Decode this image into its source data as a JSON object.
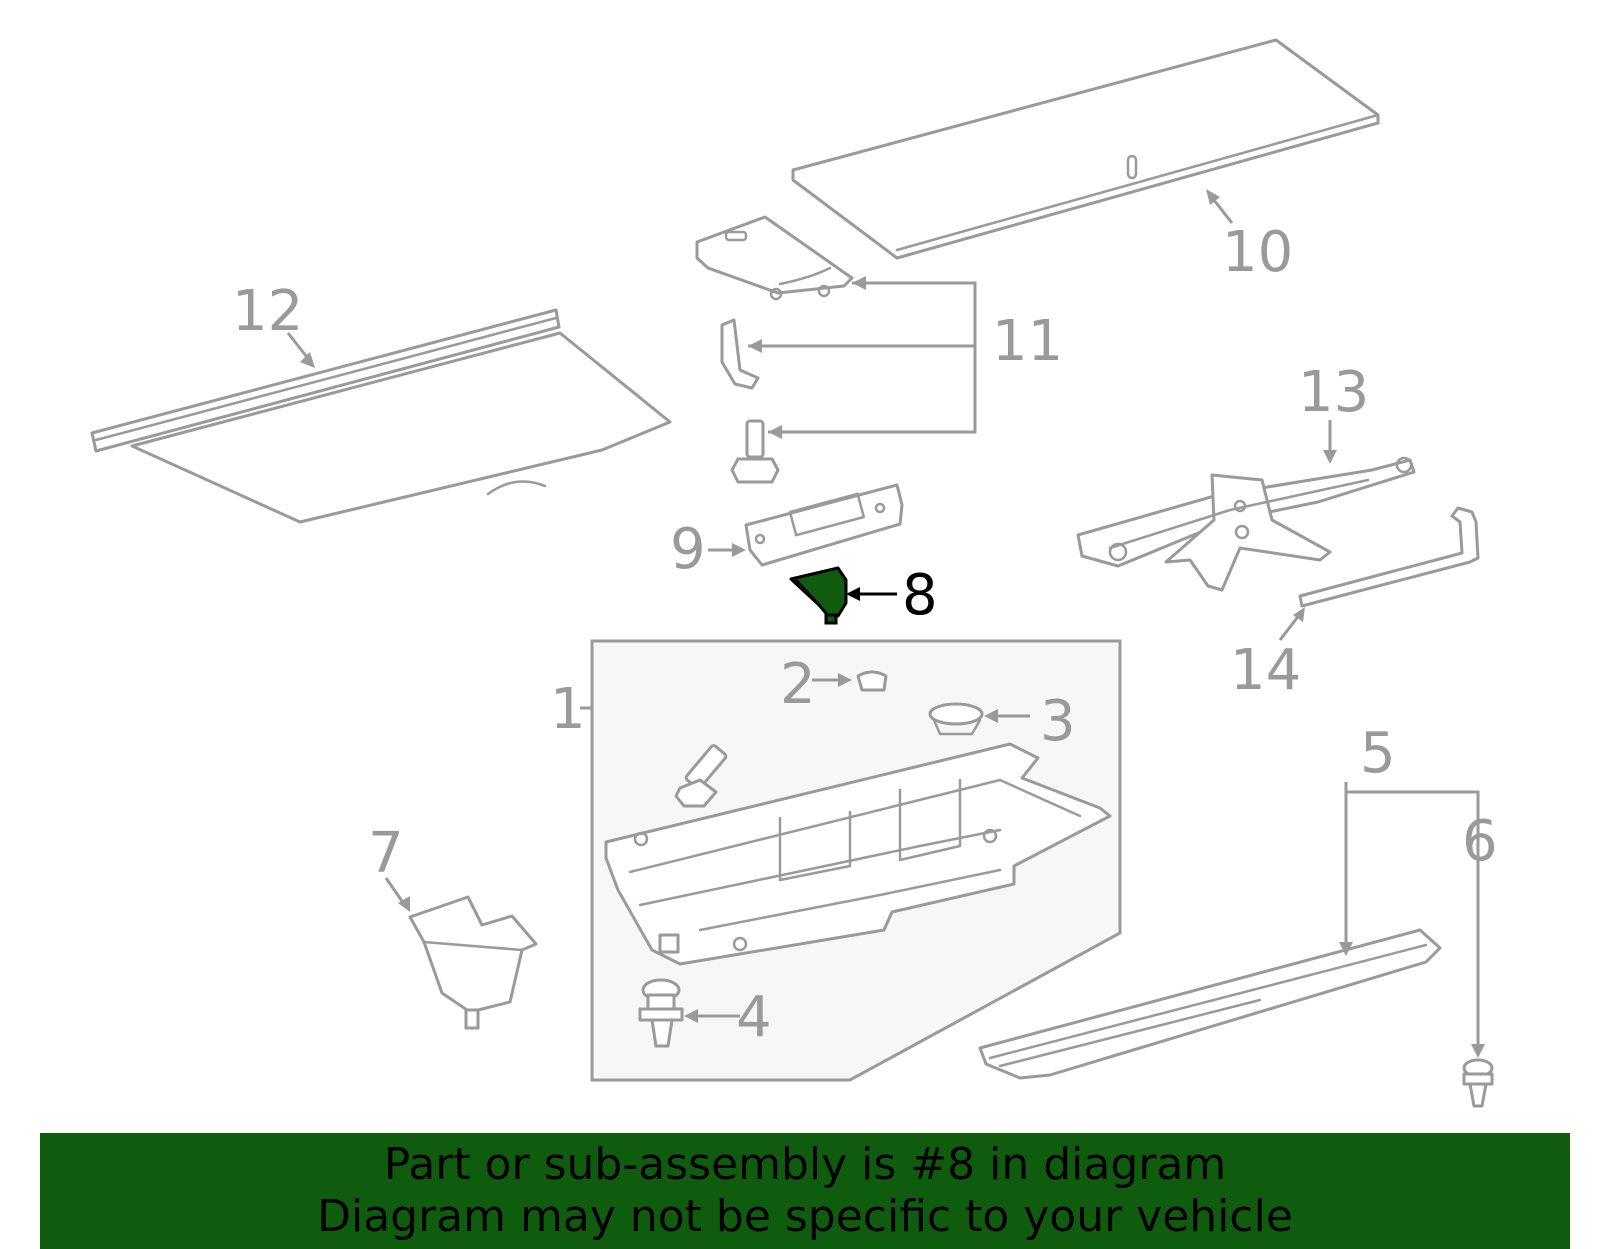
{
  "callouts": {
    "c1": "1",
    "c2": "2",
    "c3": "3",
    "c4": "4",
    "c5": "5",
    "c6": "6",
    "c7": "7",
    "c8": "8",
    "c9": "9",
    "c10": "10",
    "c11": "11",
    "c12": "12",
    "c13": "13",
    "c14": "14"
  },
  "highlight": {
    "part": "8",
    "color": "#0f5c0f"
  },
  "banner": {
    "line1": "Part or sub-assembly is #8 in diagram",
    "line2": "Diagram may not be specific to your vehicle",
    "background": "#0f5c0f"
  }
}
